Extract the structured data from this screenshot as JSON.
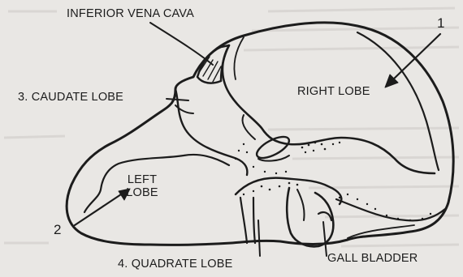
{
  "diagram": {
    "labels": {
      "inferior_vena_cava": "INFERIOR VENA CAVA",
      "caudate_lobe": "3. CAUDATE LOBE",
      "right_lobe": "RIGHT LOBE",
      "left_lobe_line1": "LEFT",
      "left_lobe_line2": "LOBE",
      "quadrate_lobe": "4. QUADRATE LOBE",
      "gall_bladder": "GALL BLADDER",
      "marker_1": "1",
      "marker_2": "2"
    }
  },
  "colors": {
    "ink": "#1c1c1c",
    "paper": "#e9e7e4",
    "show_through_text": "#c9c6c2"
  }
}
